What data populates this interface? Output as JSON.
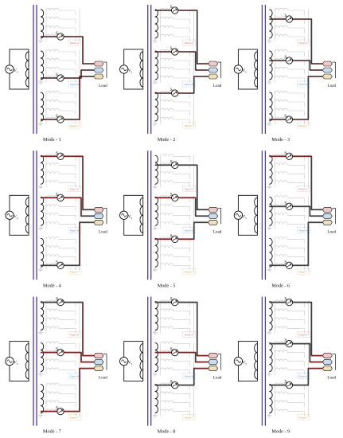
{
  "figure": {
    "source_label": "V",
    "source_subscript": "s",
    "load_label": "Load",
    "phase_labels": [
      "Phase-A",
      "Phase-B",
      "Phase-C"
    ],
    "colors": {
      "bus": "#4a35c8",
      "path_red": "#cc2a2a",
      "path_black": "#111111",
      "faded": "#c8c8c8",
      "phase_a_fill": "#f2c7c7",
      "phase_b_fill": "#c7dcef",
      "phase_c_fill": "#efe0b8",
      "phase_a_text": "#d06060",
      "phase_b_text": "#4d8fcf",
      "phase_c_text": "#c8952e"
    },
    "panels": [
      {
        "caption": "Mode - 1",
        "switch_labels": [
          "S₁",
          "S₂",
          "S₃"
        ],
        "active_switches": [
          0,
          1,
          2
        ]
      },
      {
        "caption": "Mode - 2",
        "switch_labels": [
          "S₁",
          "S₂",
          "S₃"
        ],
        "active_switches": [
          0,
          1,
          2
        ]
      },
      {
        "caption": "Mode - 3",
        "switch_labels": [
          "S₁",
          "S₂",
          "S₃"
        ],
        "active_switches": [
          0,
          1,
          2
        ]
      },
      {
        "caption": "Mode - 4",
        "switch_labels": [
          "S₁",
          "S₂",
          "S₃"
        ],
        "active_switches": [
          0,
          1,
          2
        ]
      },
      {
        "caption": "Mode - 5",
        "switch_labels": [
          "S₁",
          "S₂",
          "S₃"
        ],
        "active_switches": [
          0,
          1,
          2
        ]
      },
      {
        "caption": "Mode - 6",
        "switch_labels": [
          "S₁",
          "S₂",
          "S₃"
        ],
        "active_switches": [
          0,
          1,
          2
        ]
      },
      {
        "caption": "Mode - 7",
        "switch_labels": [
          "S₁",
          "S₂",
          "S₃"
        ],
        "active_switches": [
          0,
          1,
          2
        ]
      },
      {
        "caption": "Mode - 8",
        "switch_labels": [
          "S₁",
          "S₂",
          "S₃"
        ],
        "active_switches": [
          0,
          1,
          2
        ]
      },
      {
        "caption": "Mode - 9",
        "switch_labels": [
          "S₁",
          "S₂",
          "S₃"
        ],
        "active_switches": [
          0,
          1,
          2
        ]
      }
    ]
  }
}
